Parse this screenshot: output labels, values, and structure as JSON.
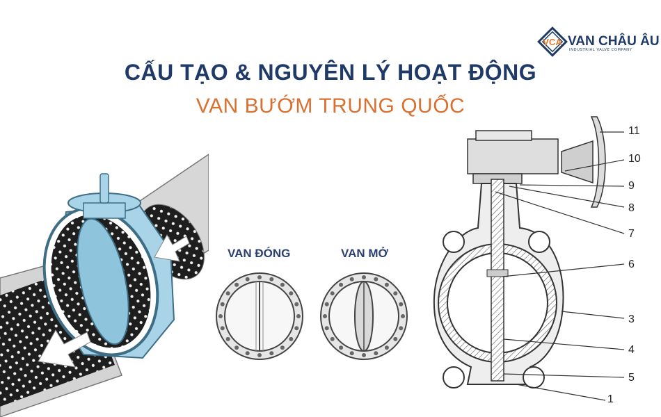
{
  "brand": {
    "mark": "VCA",
    "name": "VAN CHÂU ÂU",
    "tagline": "INDUSTRIAL VALVE COMPANY",
    "colors": {
      "navy": "#1f3a66",
      "orange": "#e27d2e"
    }
  },
  "title": {
    "line1": "CẤU TẠO & NGUYÊN LÝ HOẠT ĐỘNG",
    "line2": "VAN BƯỚM TRUNG QUỐC"
  },
  "states": {
    "closed": "VAN ĐÓNG",
    "open": "VAN MỞ"
  },
  "callouts": [
    "11",
    "10",
    "9",
    "8",
    "7",
    "6",
    "3",
    "4",
    "5",
    "1"
  ],
  "colors": {
    "valve_body": "#a9d3e6",
    "valve_edge": "#3d6e86",
    "pipe": "#d5d5d5",
    "pipe_inner": "#1d1d1d",
    "title_navy": "#1f3a66",
    "title_orange": "#d87030"
  }
}
